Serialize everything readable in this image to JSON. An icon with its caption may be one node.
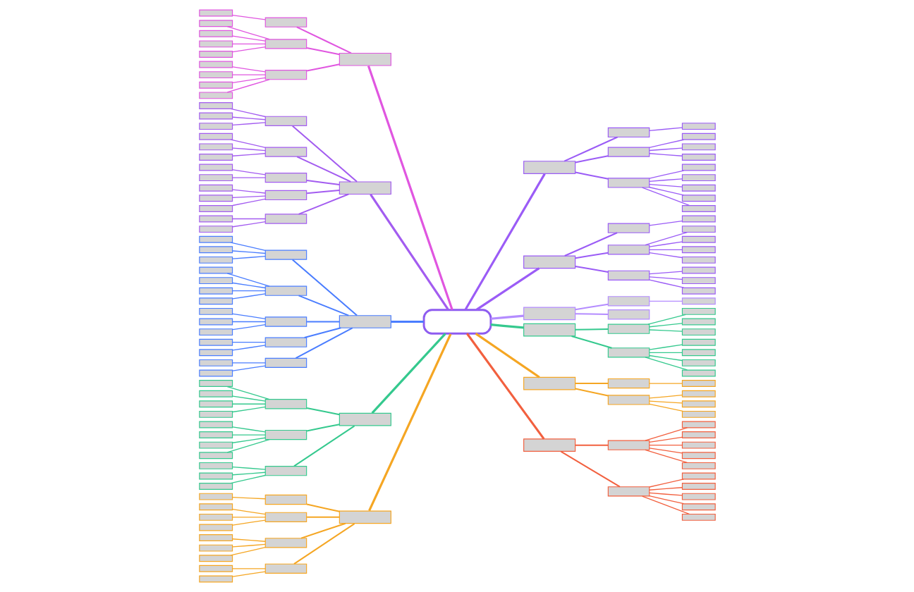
{
  "diagram": {
    "nodes": [
      {
        "text": [],
        "shape": "box"
      },
      {
        "text": [],
        "shape": "box"
      },
      {
        "text": [],
        "shape": "box"
      },
      {
        "text": [],
        "shape": "box"
      },
      {
        "text": [],
        "shape": "box"
      },
      {
        "text": [],
        "shape": "box"
      },
      {
        "text": [],
        "shape": "box"
      },
      {
        "text": [],
        "shape": "box"
      },
      {
        "text": [],
        "shape": "box"
      },
      {
        "text": [],
        "shape": "box"
      },
      {
        "text": [],
        "shape": "box"
      },
      {
        "text": [],
        "shape": "box"
      },
      {
        "text": [],
        "shape": "box"
      },
      {
        "text": [],
        "shape": "box"
      },
      {
        "text": [],
        "shape": "box"
      },
      {
        "text": [],
        "shape": "box"
      },
      {
        "text": [],
        "shape": "box"
      },
      {
        "text": [],
        "shape": "box"
      },
      {
        "text": [],
        "shape": "box"
      },
      {
        "text": [],
        "shape": "box"
      },
      {
        "text": [],
        "shape": "box"
      },
      {
        "text": [],
        "shape": "box"
      },
      {
        "text": [],
        "shape": "box"
      },
      {
        "text": [],
        "shape": "box"
      },
      {
        "text": [],
        "shape": "box"
      },
      {
        "text": [],
        "shape": "box"
      },
      {
        "text": [],
        "shape": "box"
      },
      {
        "text": [],
        "shape": "box"
      },
      {
        "text": [],
        "shape": "box"
      },
      {
        "text": [],
        "shape": "box"
      },
      {
        "text": [],
        "shape": "box"
      },
      {
        "text": [],
        "shape": "box"
      },
      {
        "text": [],
        "shape": "box"
      },
      {
        "text": [],
        "shape": "box"
      },
      {
        "text": [],
        "shape": "box"
      },
      {
        "text": [],
        "shape": "box"
      },
      {
        "text": [],
        "shape": "box"
      },
      {
        "text": [],
        "shape": "box"
      },
      {
        "text": [],
        "shape": "box"
      },
      {
        "text": [],
        "shape": "box"
      },
      {
        "text": [],
        "shape": "box"
      },
      {
        "text": [],
        "shape": "box"
      },
      {
        "text": [],
        "shape": "box"
      },
      {
        "text": [],
        "shape": "box"
      },
      {
        "text": [],
        "shape": "box"
      },
      {
        "text": [],
        "shape": "box"
      },
      {
        "text": [],
        "shape": "box"
      },
      {
        "text": [],
        "shape": "box"
      },
      {
        "text": [],
        "shape": "box"
      },
      {
        "text": [],
        "shape": "box"
      },
      {
        "text": [],
        "shape": "box"
      },
      {
        "text": [],
        "shape": "box"
      },
      {
        "text": [],
        "shape": "box"
      },
      {
        "text": [],
        "shape": "box"
      },
      {
        "text": [],
        "shape": "box"
      },
      {
        "text": [],
        "shape": "box"
      },
      {
        "text": [],
        "shape": "box"
      },
      {
        "text": [],
        "shape": "box"
      },
      {
        "text": [],
        "shape": "box"
      },
      {
        "text": [],
        "shape": "box"
      },
      {
        "text": [],
        "shape": "box"
      },
      {
        "text": [],
        "shape": "box"
      },
      {
        "text": [],
        "shape": "box"
      },
      {
        "text": [],
        "shape": "box"
      },
      {
        "text": [],
        "shape": "box"
      },
      {
        "text": [],
        "shape": "box"
      },
      {
        "text": [],
        "shape": "box"
      },
      {
        "text": [],
        "shape": "box"
      },
      {
        "text": [],
        "shape": "box"
      },
      {
        "text": [],
        "shape": "box"
      },
      {
        "text": [],
        "shape": "box"
      },
      {
        "text": [],
        "shape": "box"
      },
      {
        "text": [],
        "shape": "box"
      },
      {
        "text": [],
        "shape": "box"
      },
      {
        "text": [],
        "shape": "box"
      },
      {
        "text": [],
        "shape": "box"
      },
      {
        "text": [],
        "shape": "box"
      },
      {
        "text": [],
        "shape": "box"
      },
      {
        "text": [],
        "shape": "box"
      },
      {
        "text": [],
        "shape": "box"
      },
      {
        "text": [],
        "shape": "box"
      },
      {
        "text": [],
        "shape": "box"
      },
      {
        "text": [],
        "shape": "box"
      },
      {
        "text": [],
        "shape": "box"
      },
      {
        "text": [],
        "shape": "box"
      },
      {
        "text": [],
        "shape": "box"
      },
      {
        "text": [],
        "shape": "box"
      },
      {
        "text": [],
        "shape": "box"
      },
      {
        "text": [],
        "shape": "box"
      },
      {
        "text": [],
        "shape": "box"
      },
      {
        "text": [],
        "shape": "box"
      },
      {
        "text": [],
        "shape": "box"
      },
      {
        "text": [],
        "shape": "box"
      },
      {
        "text": [],
        "shape": "box"
      },
      {
        "text": [],
        "shape": "box"
      },
      {
        "text": [],
        "shape": "box"
      },
      {
        "text": [],
        "shape": "box"
      },
      {
        "text": [],
        "shape": "box"
      },
      {
        "text": [],
        "shape": "box"
      },
      {
        "text": [],
        "shape": "box"
      },
      {
        "text": [],
        "shape": "box"
      },
      {
        "text": [],
        "shape": "box"
      },
      {
        "text": [],
        "shape": "box"
      },
      {
        "text": [],
        "shape": "box"
      },
      {
        "text": [],
        "shape": "box"
      },
      {
        "text": [],
        "shape": "box"
      },
      {
        "text": [],
        "shape": "box"
      },
      {
        "text": [],
        "shape": "box"
      },
      {
        "text": [],
        "shape": "box"
      },
      {
        "text": [],
        "shape": "box"
      },
      {
        "text": [],
        "shape": "box"
      },
      {
        "text": [],
        "shape": "box"
      },
      {
        "text": [],
        "shape": "box"
      },
      {
        "text": [],
        "shape": "box"
      },
      {
        "text": [],
        "shape": "box"
      },
      {
        "text": [],
        "shape": "box"
      },
      {
        "text": [],
        "shape": "box"
      },
      {
        "text": [],
        "shape": "box"
      },
      {
        "text": [],
        "shape": "box"
      },
      {
        "text": [],
        "shape": "box"
      },
      {
        "text": [],
        "shape": "box"
      },
      {
        "text": [],
        "shape": "box"
      },
      {
        "text": [],
        "shape": "box"
      },
      {
        "text": [],
        "shape": "box"
      },
      {
        "text": [],
        "shape": "box"
      },
      {
        "text": [],
        "shape": "box"
      },
      {
        "text": [],
        "shape": "box"
      },
      {
        "text": [],
        "shape": "box"
      },
      {
        "text": [],
        "shape": "box"
      },
      {
        "text": [],
        "shape": "box"
      },
      {
        "text": [],
        "shape": "box"
      },
      {
        "text": [],
        "shape": "box"
      },
      {
        "text": [],
        "shape": "box"
      },
      {
        "text": [],
        "shape": "box"
      },
      {
        "text": [],
        "shape": "box"
      },
      {
        "text": [],
        "shape": "box"
      },
      {
        "text": [],
        "shape": "box"
      },
      {
        "text": [],
        "shape": "box"
      },
      {
        "text": [],
        "shape": "box"
      },
      {
        "text": [],
        "shape": "box"
      },
      {
        "text": [],
        "shape": "box"
      }
    ],
    "edges": [
      {
        "from": 0,
        "to": 1,
        "arrow": "none",
        "color": "#9b5cf6"
      },
      {
        "from": 1,
        "to": 2,
        "arrow": "none",
        "color": "#9b5cf6"
      },
      {
        "from": 2,
        "to": 3,
        "arrow": "none",
        "color": "#9b5cf6"
      },
      {
        "from": 1,
        "to": 4,
        "arrow": "none",
        "color": "#9b5cf6"
      },
      {
        "from": 4,
        "to": 5,
        "arrow": "none",
        "color": "#9b5cf6"
      },
      {
        "from": 4,
        "to": 6,
        "arrow": "none",
        "color": "#9b5cf6"
      },
      {
        "from": 4,
        "to": 7,
        "arrow": "none",
        "color": "#9b5cf6"
      },
      {
        "from": 1,
        "to": 8,
        "arrow": "none",
        "color": "#9b5cf6"
      },
      {
        "from": 8,
        "to": 9,
        "arrow": "none",
        "color": "#9b5cf6"
      },
      {
        "from": 8,
        "to": 10,
        "arrow": "none",
        "color": "#9b5cf6"
      },
      {
        "from": 8,
        "to": 11,
        "arrow": "none",
        "color": "#9b5cf6"
      },
      {
        "from": 8,
        "to": 12,
        "arrow": "none",
        "color": "#9b5cf6"
      },
      {
        "from": 8,
        "to": 13,
        "arrow": "none",
        "color": "#9b5cf6"
      },
      {
        "from": 0,
        "to": 14,
        "arrow": "none",
        "color": "#9b5cf6"
      },
      {
        "from": 14,
        "to": 15,
        "arrow": "none",
        "color": "#9b5cf6"
      },
      {
        "from": 15,
        "to": 16,
        "arrow": "none",
        "color": "#9b5cf6"
      },
      {
        "from": 14,
        "to": 17,
        "arrow": "none",
        "color": "#9b5cf6"
      },
      {
        "from": 17,
        "to": 18,
        "arrow": "none",
        "color": "#9b5cf6"
      },
      {
        "from": 17,
        "to": 19,
        "arrow": "none",
        "color": "#9b5cf6"
      },
      {
        "from": 17,
        "to": 20,
        "arrow": "none",
        "color": "#9b5cf6"
      },
      {
        "from": 17,
        "to": 21,
        "arrow": "none",
        "color": "#9b5cf6"
      },
      {
        "from": 14,
        "to": 22,
        "arrow": "none",
        "color": "#9b5cf6"
      },
      {
        "from": 22,
        "to": 23,
        "arrow": "none",
        "color": "#9b5cf6"
      },
      {
        "from": 22,
        "to": 24,
        "arrow": "none",
        "color": "#9b5cf6"
      },
      {
        "from": 22,
        "to": 25,
        "arrow": "none",
        "color": "#9b5cf6"
      },
      {
        "from": 0,
        "to": 26,
        "arrow": "none",
        "color": "#b48cff"
      },
      {
        "from": 26,
        "to": 27,
        "arrow": "none",
        "color": "#b48cff"
      },
      {
        "from": 27,
        "to": 28,
        "arrow": "none",
        "color": "#b48cff"
      },
      {
        "from": 26,
        "to": 29,
        "arrow": "none",
        "color": "#b48cff"
      },
      {
        "from": 0,
        "to": 30,
        "arrow": "none",
        "color": "#35c98e"
      },
      {
        "from": 30,
        "to": 31,
        "arrow": "none",
        "color": "#35c98e"
      },
      {
        "from": 31,
        "to": 32,
        "arrow": "none",
        "color": "#35c98e"
      },
      {
        "from": 31,
        "to": 33,
        "arrow": "none",
        "color": "#35c98e"
      },
      {
        "from": 31,
        "to": 34,
        "arrow": "none",
        "color": "#35c98e"
      },
      {
        "from": 30,
        "to": 35,
        "arrow": "none",
        "color": "#35c98e"
      },
      {
        "from": 35,
        "to": 36,
        "arrow": "none",
        "color": "#35c98e"
      },
      {
        "from": 35,
        "to": 37,
        "arrow": "none",
        "color": "#35c98e"
      },
      {
        "from": 35,
        "to": 38,
        "arrow": "none",
        "color": "#35c98e"
      },
      {
        "from": 35,
        "to": 39,
        "arrow": "none",
        "color": "#35c98e"
      },
      {
        "from": 0,
        "to": 40,
        "arrow": "none",
        "color": "#f5a623"
      },
      {
        "from": 40,
        "to": 41,
        "arrow": "none",
        "color": "#f5a623"
      },
      {
        "from": 41,
        "to": 42,
        "arrow": "none",
        "color": "#f5a623"
      },
      {
        "from": 40,
        "to": 43,
        "arrow": "none",
        "color": "#f5a623"
      },
      {
        "from": 43,
        "to": 44,
        "arrow": "none",
        "color": "#f5a623"
      },
      {
        "from": 43,
        "to": 45,
        "arrow": "none",
        "color": "#f5a623"
      },
      {
        "from": 43,
        "to": 46,
        "arrow": "none",
        "color": "#f5a623"
      },
      {
        "from": 0,
        "to": 47,
        "arrow": "none",
        "color": "#f2603f"
      },
      {
        "from": 47,
        "to": 48,
        "arrow": "none",
        "color": "#f2603f"
      },
      {
        "from": 48,
        "to": 49,
        "arrow": "none",
        "color": "#f2603f"
      },
      {
        "from": 48,
        "to": 50,
        "arrow": "none",
        "color": "#f2603f"
      },
      {
        "from": 48,
        "to": 51,
        "arrow": "none",
        "color": "#f2603f"
      },
      {
        "from": 48,
        "to": 52,
        "arrow": "none",
        "color": "#f2603f"
      },
      {
        "from": 48,
        "to": 53,
        "arrow": "none",
        "color": "#f2603f"
      },
      {
        "from": 47,
        "to": 54,
        "arrow": "none",
        "color": "#f2603f"
      },
      {
        "from": 54,
        "to": 55,
        "arrow": "none",
        "color": "#f2603f"
      },
      {
        "from": 54,
        "to": 56,
        "arrow": "none",
        "color": "#f2603f"
      },
      {
        "from": 54,
        "to": 57,
        "arrow": "none",
        "color": "#f2603f"
      },
      {
        "from": 54,
        "to": 58,
        "arrow": "none",
        "color": "#f2603f"
      },
      {
        "from": 54,
        "to": 59,
        "arrow": "none",
        "color": "#f2603f"
      },
      {
        "from": 0,
        "to": 60,
        "arrow": "none",
        "color": "#e056e0"
      },
      {
        "from": 60,
        "to": 61,
        "arrow": "none",
        "color": "#e056e0"
      },
      {
        "from": 61,
        "to": 62,
        "arrow": "none",
        "color": "#e056e0"
      },
      {
        "from": 60,
        "to": 63,
        "arrow": "none",
        "color": "#e056e0"
      },
      {
        "from": 63,
        "to": 64,
        "arrow": "none",
        "color": "#e056e0"
      },
      {
        "from": 63,
        "to": 65,
        "arrow": "none",
        "color": "#e056e0"
      },
      {
        "from": 63,
        "to": 66,
        "arrow": "none",
        "color": "#e056e0"
      },
      {
        "from": 63,
        "to": 67,
        "arrow": "none",
        "color": "#e056e0"
      },
      {
        "from": 60,
        "to": 68,
        "arrow": "none",
        "color": "#e056e0"
      },
      {
        "from": 68,
        "to": 69,
        "arrow": "none",
        "color": "#e056e0"
      },
      {
        "from": 68,
        "to": 70,
        "arrow": "none",
        "color": "#e056e0"
      },
      {
        "from": 68,
        "to": 71,
        "arrow": "none",
        "color": "#e056e0"
      },
      {
        "from": 68,
        "to": 72,
        "arrow": "none",
        "color": "#e056e0"
      },
      {
        "from": 0,
        "to": 73,
        "arrow": "none",
        "color": "#a35cf0"
      },
      {
        "from": 73,
        "to": 74,
        "arrow": "none",
        "color": "#a35cf0"
      },
      {
        "from": 74,
        "to": 75,
        "arrow": "none",
        "color": "#a35cf0"
      },
      {
        "from": 74,
        "to": 76,
        "arrow": "none",
        "color": "#a35cf0"
      },
      {
        "from": 74,
        "to": 77,
        "arrow": "none",
        "color": "#a35cf0"
      },
      {
        "from": 73,
        "to": 78,
        "arrow": "none",
        "color": "#a35cf0"
      },
      {
        "from": 78,
        "to": 79,
        "arrow": "none",
        "color": "#a35cf0"
      },
      {
        "from": 78,
        "to": 80,
        "arrow": "none",
        "color": "#a35cf0"
      },
      {
        "from": 78,
        "to": 81,
        "arrow": "none",
        "color": "#a35cf0"
      },
      {
        "from": 73,
        "to": 82,
        "arrow": "none",
        "color": "#a35cf0"
      },
      {
        "from": 82,
        "to": 83,
        "arrow": "none",
        "color": "#a35cf0"
      },
      {
        "from": 82,
        "to": 84,
        "arrow": "none",
        "color": "#a35cf0"
      },
      {
        "from": 73,
        "to": 85,
        "arrow": "none",
        "color": "#a35cf0"
      },
      {
        "from": 85,
        "to": 86,
        "arrow": "none",
        "color": "#a35cf0"
      },
      {
        "from": 85,
        "to": 87,
        "arrow": "none",
        "color": "#a35cf0"
      },
      {
        "from": 85,
        "to": 88,
        "arrow": "none",
        "color": "#a35cf0"
      },
      {
        "from": 73,
        "to": 89,
        "arrow": "none",
        "color": "#a35cf0"
      },
      {
        "from": 89,
        "to": 90,
        "arrow": "none",
        "color": "#a35cf0"
      },
      {
        "from": 89,
        "to": 91,
        "arrow": "none",
        "color": "#a35cf0"
      },
      {
        "from": 0,
        "to": 92,
        "arrow": "none",
        "color": "#4a7dff"
      },
      {
        "from": 92,
        "to": 93,
        "arrow": "none",
        "color": "#4a7dff"
      },
      {
        "from": 93,
        "to": 94,
        "arrow": "none",
        "color": "#4a7dff"
      },
      {
        "from": 93,
        "to": 95,
        "arrow": "none",
        "color": "#4a7dff"
      },
      {
        "from": 93,
        "to": 96,
        "arrow": "none",
        "color": "#4a7dff"
      },
      {
        "from": 92,
        "to": 97,
        "arrow": "none",
        "color": "#4a7dff"
      },
      {
        "from": 97,
        "to": 98,
        "arrow": "none",
        "color": "#4a7dff"
      },
      {
        "from": 97,
        "to": 99,
        "arrow": "none",
        "color": "#4a7dff"
      },
      {
        "from": 97,
        "to": 100,
        "arrow": "none",
        "color": "#4a7dff"
      },
      {
        "from": 97,
        "to": 101,
        "arrow": "none",
        "color": "#4a7dff"
      },
      {
        "from": 92,
        "to": 102,
        "arrow": "none",
        "color": "#4a7dff"
      },
      {
        "from": 102,
        "to": 103,
        "arrow": "none",
        "color": "#4a7dff"
      },
      {
        "from": 102,
        "to": 104,
        "arrow": "none",
        "color": "#4a7dff"
      },
      {
        "from": 102,
        "to": 105,
        "arrow": "none",
        "color": "#4a7dff"
      },
      {
        "from": 92,
        "to": 106,
        "arrow": "none",
        "color": "#4a7dff"
      },
      {
        "from": 106,
        "to": 107,
        "arrow": "none",
        "color": "#4a7dff"
      },
      {
        "from": 106,
        "to": 108,
        "arrow": "none",
        "color": "#4a7dff"
      },
      {
        "from": 92,
        "to": 109,
        "arrow": "none",
        "color": "#4a7dff"
      },
      {
        "from": 109,
        "to": 110,
        "arrow": "none",
        "color": "#4a7dff"
      },
      {
        "from": 109,
        "to": 111,
        "arrow": "none",
        "color": "#4a7dff"
      },
      {
        "from": 0,
        "to": 112,
        "arrow": "none",
        "color": "#35c98e"
      },
      {
        "from": 112,
        "to": 113,
        "arrow": "none",
        "color": "#35c98e"
      },
      {
        "from": 113,
        "to": 114,
        "arrow": "none",
        "color": "#35c98e"
      },
      {
        "from": 113,
        "to": 115,
        "arrow": "none",
        "color": "#35c98e"
      },
      {
        "from": 113,
        "to": 116,
        "arrow": "none",
        "color": "#35c98e"
      },
      {
        "from": 113,
        "to": 117,
        "arrow": "none",
        "color": "#35c98e"
      },
      {
        "from": 112,
        "to": 118,
        "arrow": "none",
        "color": "#35c98e"
      },
      {
        "from": 118,
        "to": 119,
        "arrow": "none",
        "color": "#35c98e"
      },
      {
        "from": 118,
        "to": 120,
        "arrow": "none",
        "color": "#35c98e"
      },
      {
        "from": 118,
        "to": 121,
        "arrow": "none",
        "color": "#35c98e"
      },
      {
        "from": 118,
        "to": 122,
        "arrow": "none",
        "color": "#35c98e"
      },
      {
        "from": 112,
        "to": 123,
        "arrow": "none",
        "color": "#35c98e"
      },
      {
        "from": 123,
        "to": 124,
        "arrow": "none",
        "color": "#35c98e"
      },
      {
        "from": 123,
        "to": 125,
        "arrow": "none",
        "color": "#35c98e"
      },
      {
        "from": 123,
        "to": 126,
        "arrow": "none",
        "color": "#35c98e"
      },
      {
        "from": 0,
        "to": 127,
        "arrow": "none",
        "color": "#f5a623"
      },
      {
        "from": 127,
        "to": 128,
        "arrow": "none",
        "color": "#f5a623"
      },
      {
        "from": 128,
        "to": 129,
        "arrow": "none",
        "color": "#f5a623"
      },
      {
        "from": 127,
        "to": 130,
        "arrow": "none",
        "color": "#f5a623"
      },
      {
        "from": 130,
        "to": 131,
        "arrow": "none",
        "color": "#f5a623"
      },
      {
        "from": 130,
        "to": 132,
        "arrow": "none",
        "color": "#f5a623"
      },
      {
        "from": 130,
        "to": 133,
        "arrow": "none",
        "color": "#f5a623"
      },
      {
        "from": 127,
        "to": 134,
        "arrow": "none",
        "color": "#f5a623"
      },
      {
        "from": 134,
        "to": 135,
        "arrow": "none",
        "color": "#f5a623"
      },
      {
        "from": 134,
        "to": 136,
        "arrow": "none",
        "color": "#f5a623"
      },
      {
        "from": 134,
        "to": 137,
        "arrow": "none",
        "color": "#f5a623"
      },
      {
        "from": 127,
        "to": 138,
        "arrow": "none",
        "color": "#f5a623"
      },
      {
        "from": 138,
        "to": 139,
        "arrow": "none",
        "color": "#f5a623"
      },
      {
        "from": 138,
        "to": 140,
        "arrow": "none",
        "color": "#f5a623"
      }
    ]
  }
}
